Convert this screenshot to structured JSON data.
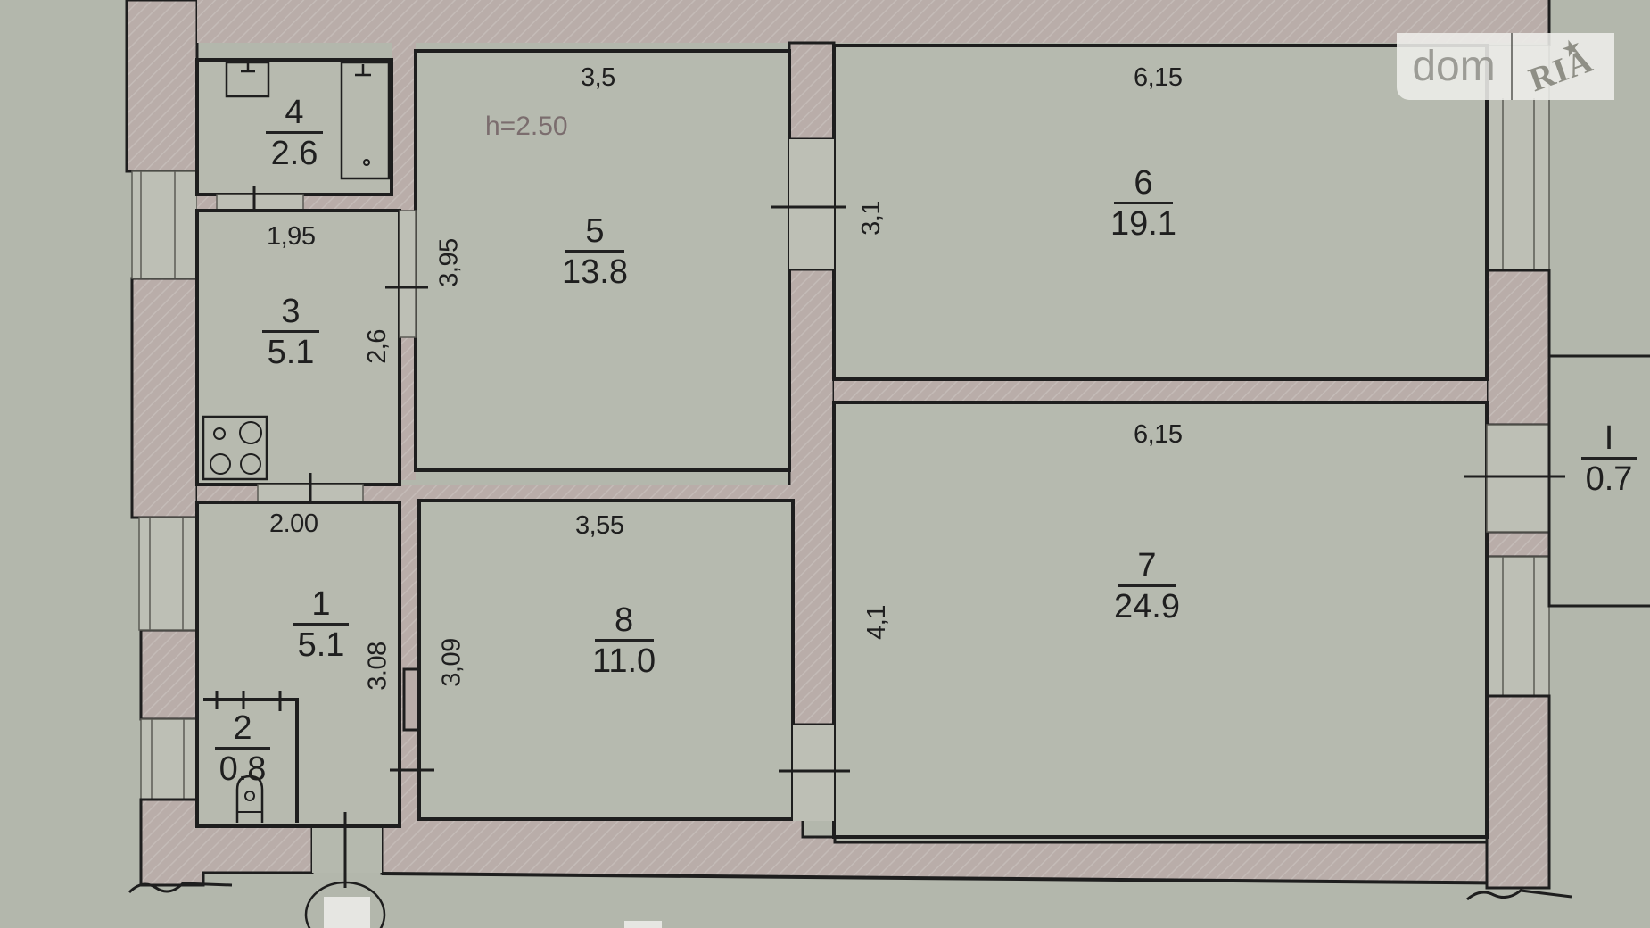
{
  "plan": {
    "ceiling_height": "h=2.50",
    "rooms": [
      {
        "id": "1",
        "number": "1",
        "area": "5.1"
      },
      {
        "id": "2",
        "number": "2",
        "area": "0.8"
      },
      {
        "id": "3",
        "number": "3",
        "area": "5.1"
      },
      {
        "id": "4",
        "number": "4",
        "area": "2.6"
      },
      {
        "id": "5",
        "number": "5",
        "area": "13.8"
      },
      {
        "id": "6",
        "number": "6",
        "area": "19.1"
      },
      {
        "id": "7",
        "number": "7",
        "area": "24.9"
      },
      {
        "id": "8",
        "number": "8",
        "area": "11.0"
      },
      {
        "id": "I",
        "number": "I",
        "area": "0.7"
      }
    ],
    "dimensions": {
      "room5_width": "3,5",
      "room6_width": "6,15",
      "room7_width": "6,15",
      "room8_width": "3,55",
      "room3_width": "1,95",
      "room1_width": "2.00",
      "room5_depth": "3,95",
      "room3_depth": "2,6",
      "room6_depth": "3,1",
      "room1_depth": "3.08",
      "room8_depth": "3,09",
      "room7_depth": "4,1"
    }
  },
  "watermark": {
    "left_text": "dom",
    "right_text": "RIA",
    "star": "★"
  },
  "colors": {
    "paper": "#b4b8ad",
    "wall_fill": "#b8aea9",
    "line": "#1e1e1e",
    "room_fill": "#b5b9ae"
  }
}
